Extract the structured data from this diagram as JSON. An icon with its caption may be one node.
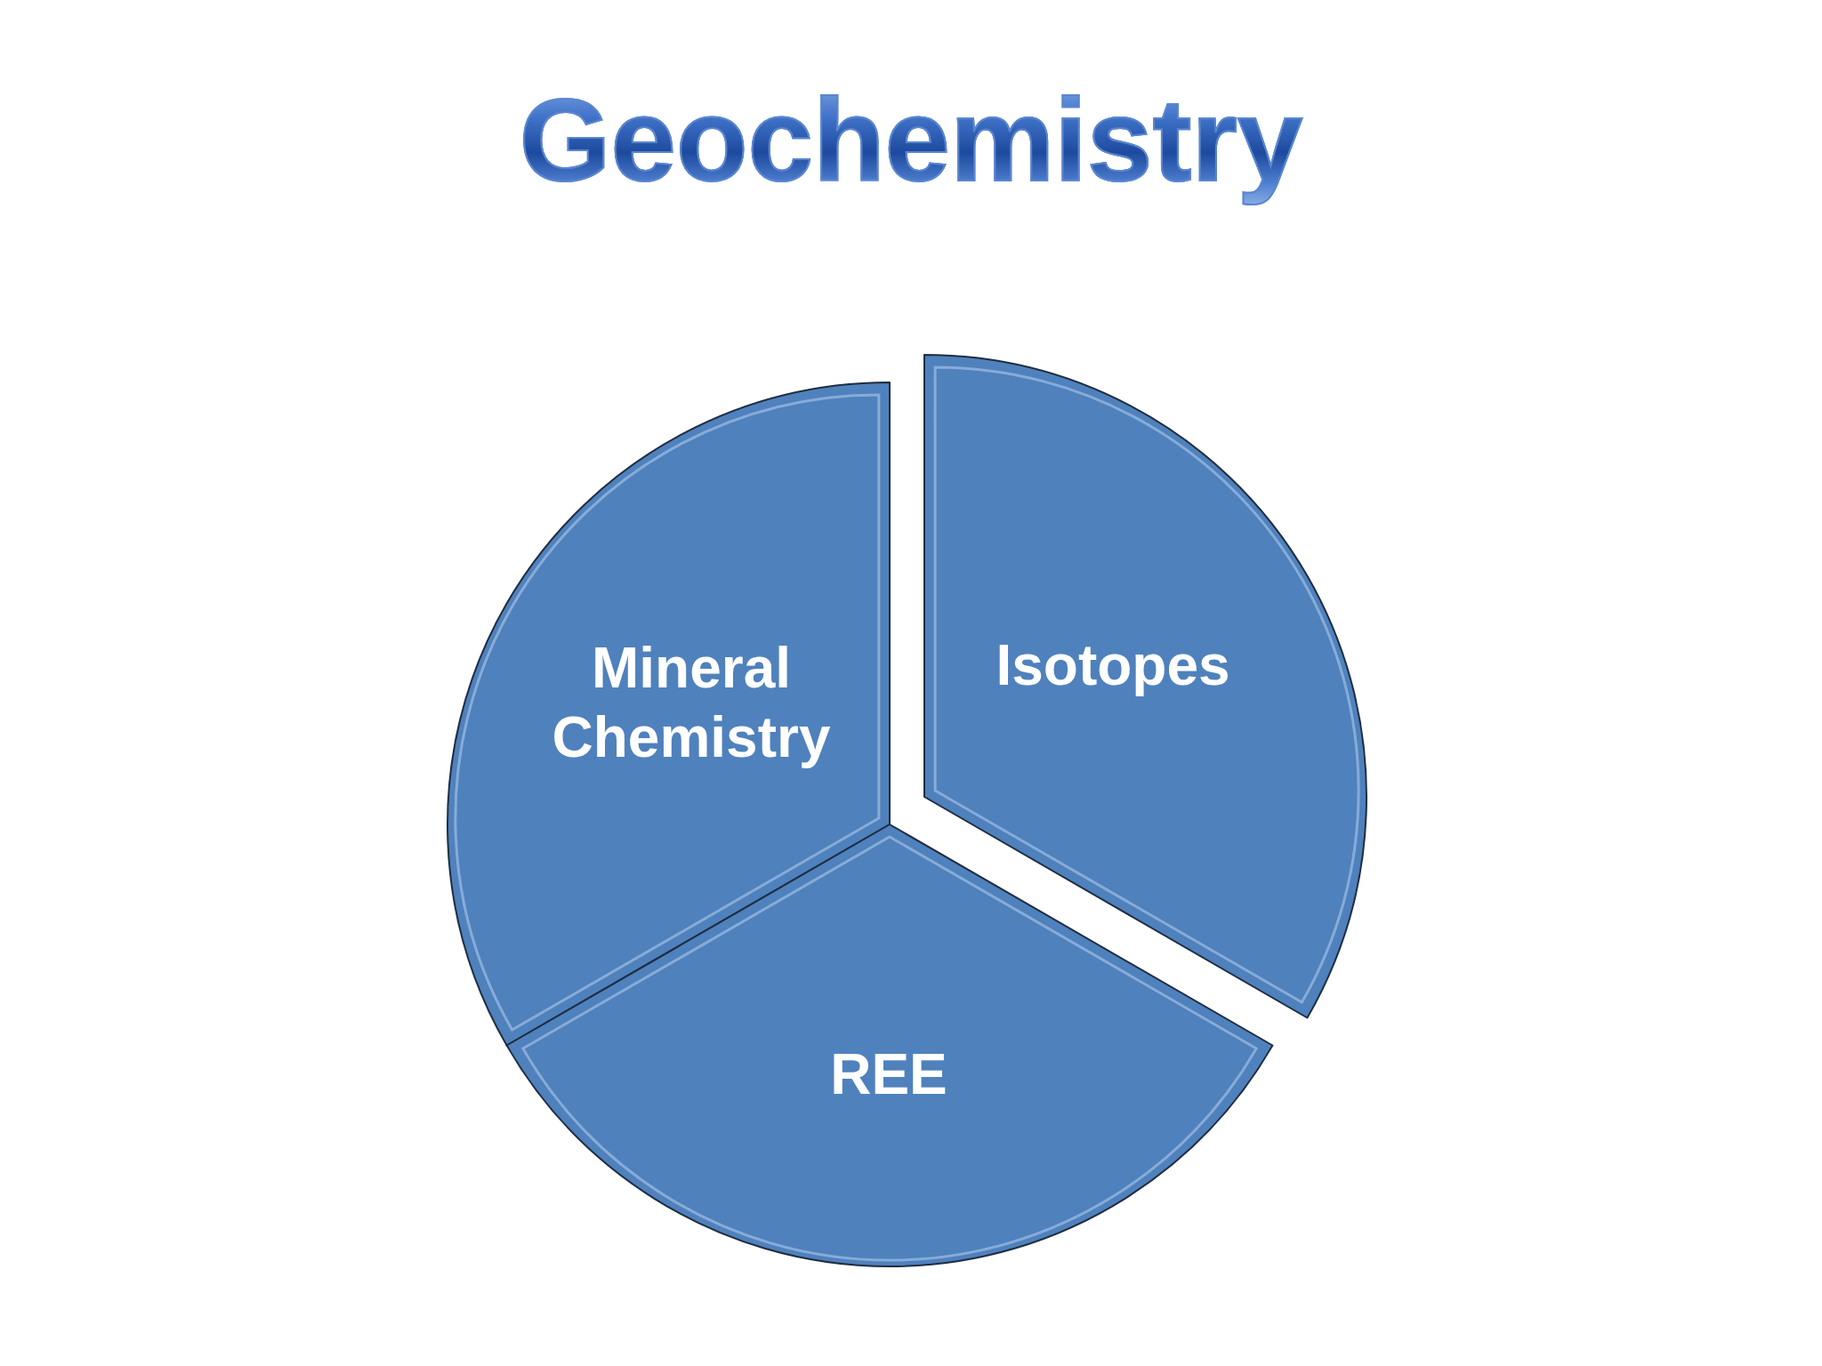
{
  "diagram": {
    "title": "Geochemistry",
    "nodes": [
      {
        "text": [
          "Mineral Chemistry"
        ]
      },
      {
        "text": [
          "Isotopes"
        ]
      },
      {
        "text": [
          "REE"
        ]
      }
    ]
  }
}
